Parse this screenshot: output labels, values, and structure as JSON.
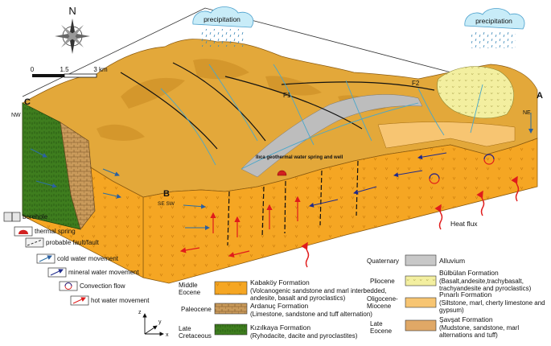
{
  "compass": {
    "north_label": "N"
  },
  "scale_bar": {
    "ticks": [
      "0",
      "1.5",
      "3 km"
    ]
  },
  "precipitation": [
    {
      "label": "precipitation"
    },
    {
      "label": "precipitation"
    }
  ],
  "section_labels": {
    "c": "C",
    "b": "B",
    "a": "A",
    "nw": "NW",
    "sw": "SE SW",
    "ne": "NE"
  },
  "fault_labels": {
    "f1": "F1",
    "f2": "F2"
  },
  "spring_label": "Ilıca geothermal water spring and well",
  "heat_flux": "Heat flux",
  "symbol_legend": [
    {
      "icon": "borehole",
      "label": "borehole"
    },
    {
      "icon": "thermal-spring",
      "label": "thermal spring"
    },
    {
      "icon": "fault",
      "label": "probable fault/fault"
    },
    {
      "icon": "cold-water-arrow",
      "label": "cold water movement"
    },
    {
      "icon": "mineral-water-arrow",
      "label": "mineral water movement"
    },
    {
      "icon": "convection",
      "label": "Convection flow"
    },
    {
      "icon": "hot-water-arrow",
      "label": "hot water movement"
    }
  ],
  "formations_left": [
    {
      "age": "Middle Eocene",
      "name": "Kabaköy Formation",
      "desc": "(Volcanogenic sandstone and marl interbedded, andesite, basalt and pyroclastics)",
      "color": "#f5a623"
    },
    {
      "age": "Paleocene",
      "name": "Ardanuç Formation",
      "desc": "(Limestone, sandstone and tuff alternation)",
      "color": "#c99a5b"
    },
    {
      "age": "Late Cretaceous",
      "name": "Kızılkaya Formation",
      "desc": "(Ryhodacite, dacite and pyroclastites)",
      "color": "#3e7d1e"
    }
  ],
  "formations_right": [
    {
      "age": "Quaternary",
      "name": "Alluvium",
      "desc": "",
      "color": "#c8c8c8"
    },
    {
      "age": "Pliocene",
      "name": "Bülbülan Formation",
      "desc": "(Basalt,andesite,trachybasalt, trachyandesite and pyroclastics)",
      "color": "#f3efa0"
    },
    {
      "age": "Oligocene-Miocene",
      "name": "Pınarlı Formation",
      "desc": "(Siltstone, marl, cherty limestone and gypsum)",
      "color": "#f7c572"
    },
    {
      "age": "Late Eocene",
      "name": "Şavşat Formation",
      "desc": "(Mudstone, sandstone, marl alternations and tuff)",
      "color": "#e0a866"
    }
  ],
  "axes": {
    "z": "z",
    "y": "y",
    "x": "x"
  }
}
